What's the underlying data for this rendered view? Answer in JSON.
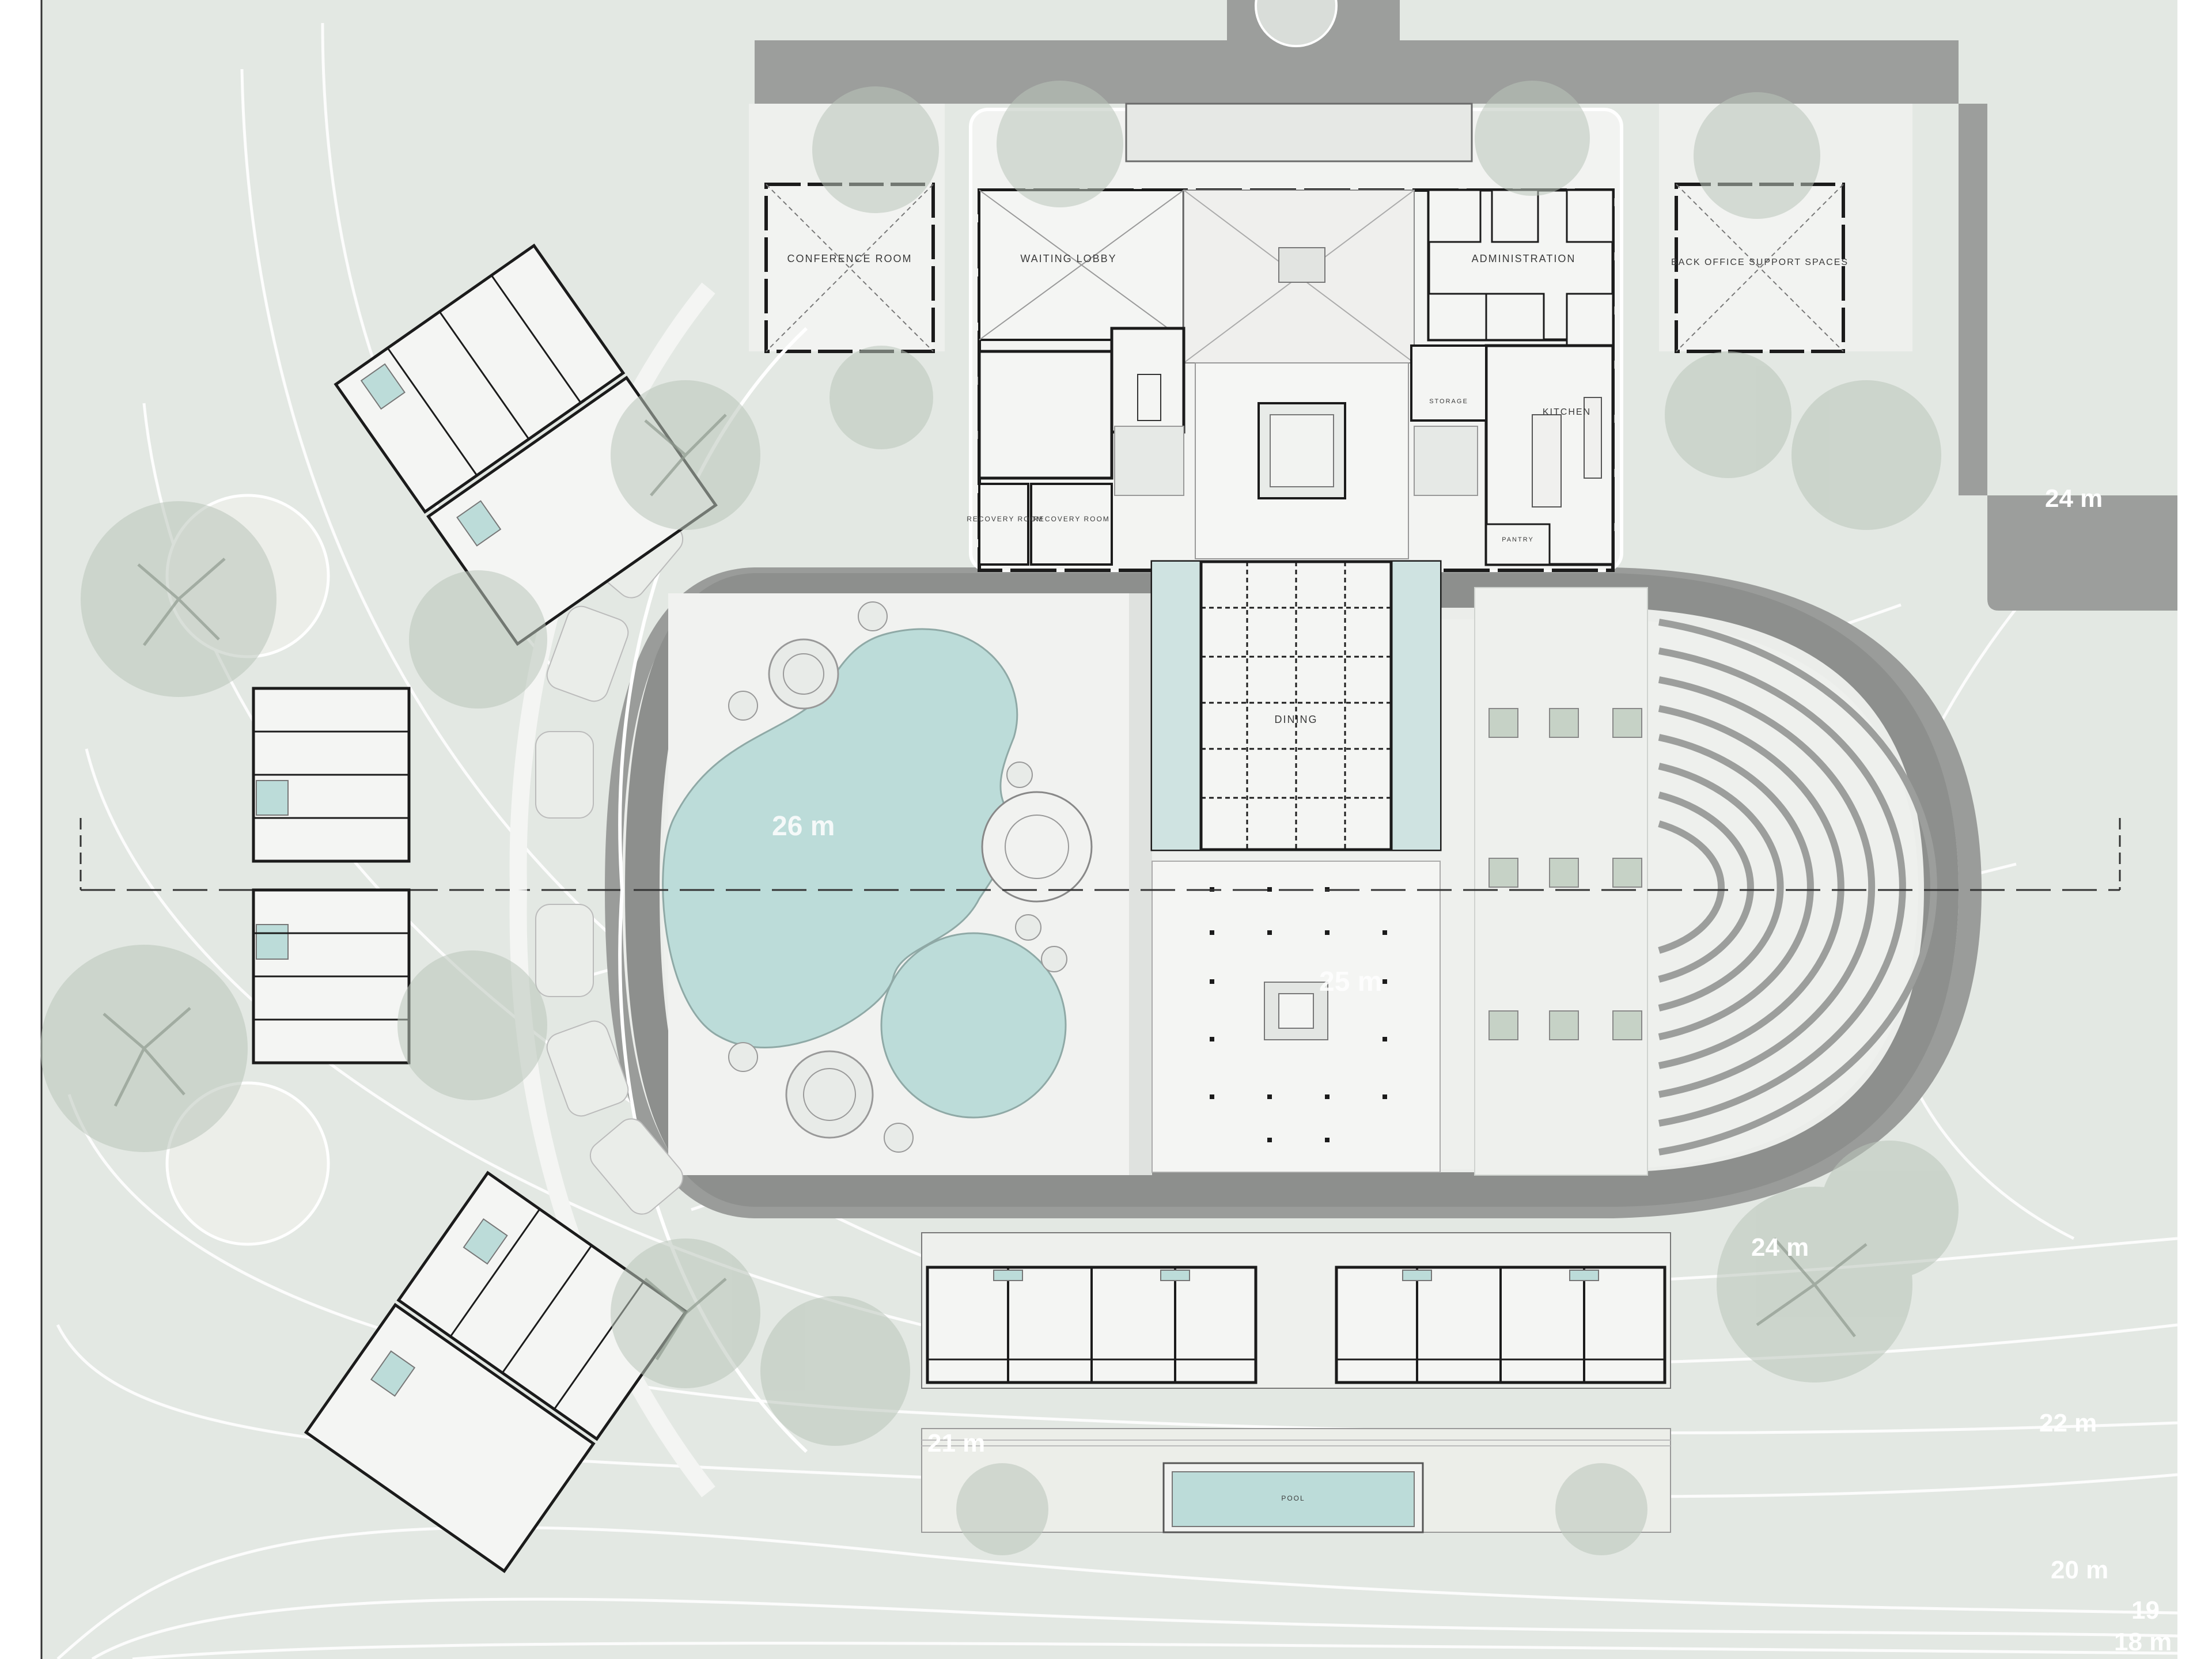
{
  "plan": {
    "labels": {
      "conference_room": "CONFERENCE ROOM",
      "waiting_lobby": "WAITING LOBBY",
      "administration": "ADMINISTRATION",
      "back_office": "BACK OFFICE SUPPORT SPACES",
      "kitchen": "KITCHEN",
      "dining": "DINING",
      "recovery_room_1": "RECOVERY ROOM",
      "recovery_room_2": "RECOVERY ROOM",
      "pantry": "PANTRY",
      "storage": "STORAGE",
      "pool_label": "POOL"
    },
    "contours": {
      "c26": "26 m",
      "c25": "25 m",
      "c24_top": "24 m",
      "c24_mid": "24 m",
      "c22": "22 m",
      "c21": "21 m",
      "c20": "20 m",
      "c19": "19",
      "c18": "18 m"
    },
    "colors": {
      "ground": "#e3e8e3",
      "road": "#9c9e9c",
      "water": "#bcdcd9",
      "wall": "#1b1b1b",
      "pavement": "#f1f2f0",
      "tree": "#b9c4b9"
    }
  }
}
